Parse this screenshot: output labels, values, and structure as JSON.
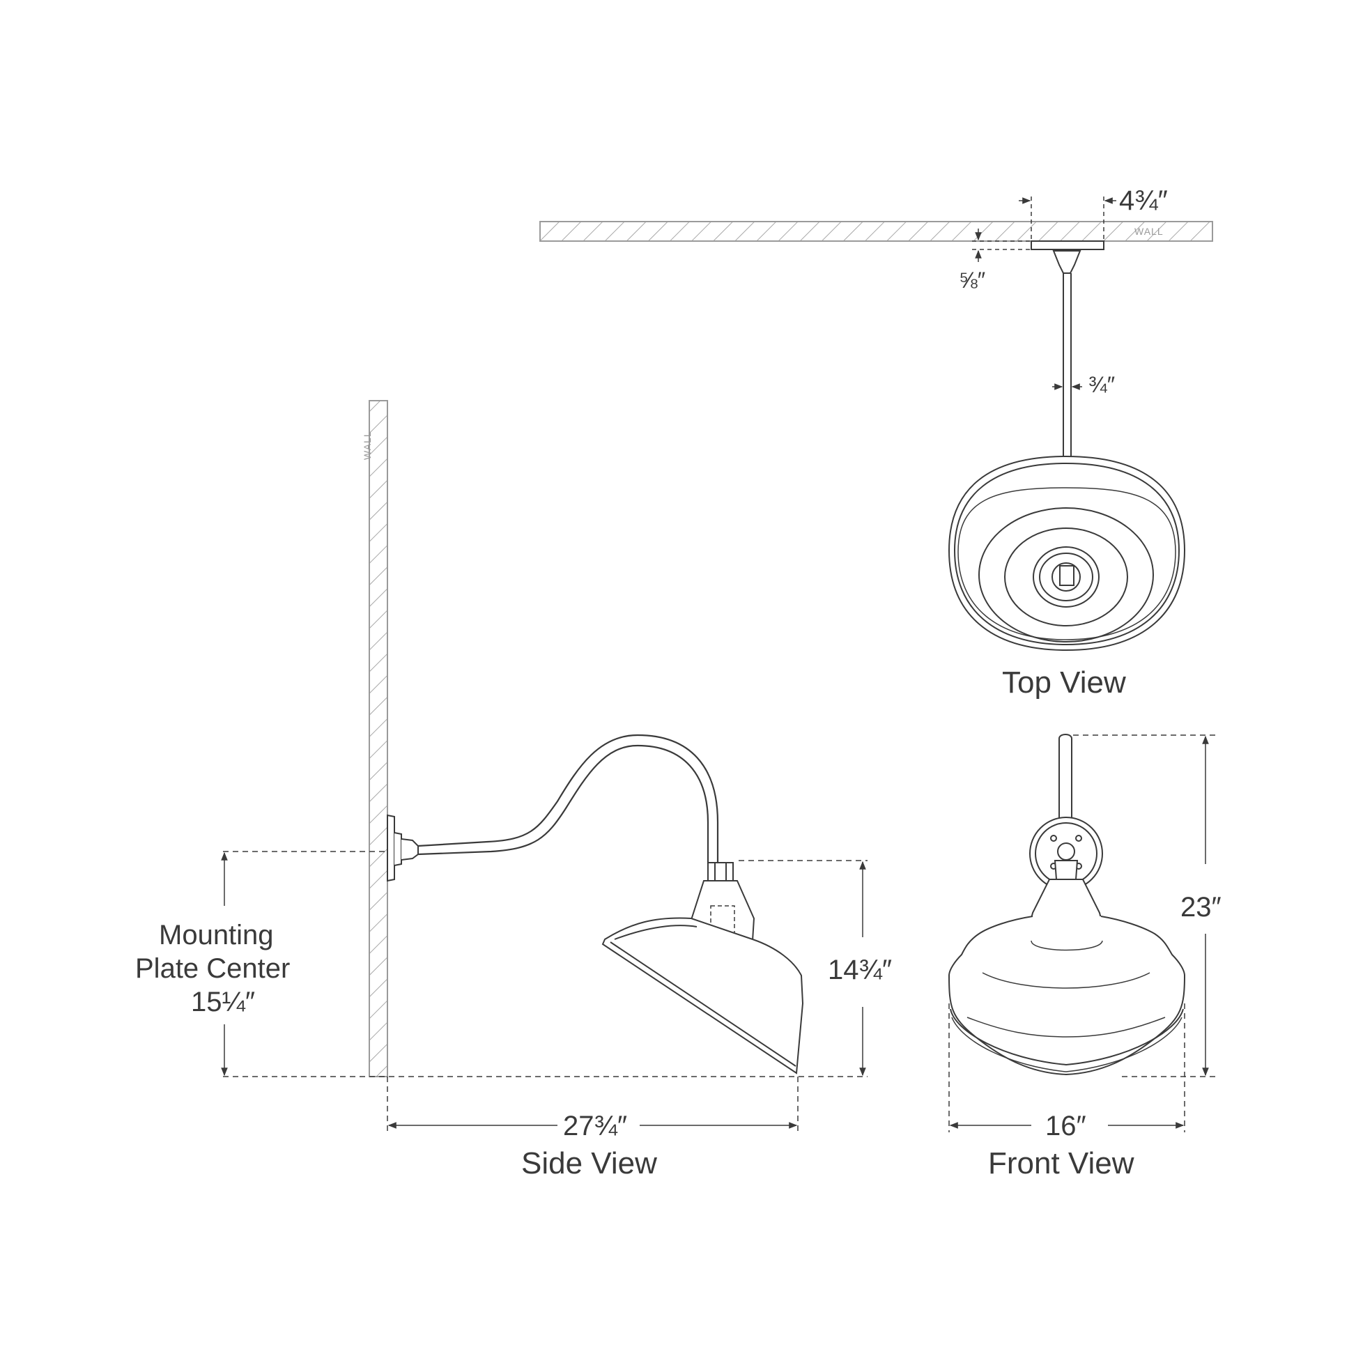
{
  "views": {
    "top": "Top View",
    "side": "Side View",
    "front": "Front View"
  },
  "dimensions": {
    "backplate_width": "4¾″",
    "backplate_depth": "⅝″",
    "arm_diameter": "¾″",
    "overall_extension": "27¾″",
    "shade_height": "14¾″",
    "mounting_label_line1": "Mounting",
    "mounting_label_line2": "Plate Center",
    "mounting_value": "15¼″",
    "overall_width": "16″",
    "overall_height": "23″"
  },
  "wall_labels": {
    "top": "WALL",
    "side": "WALL"
  },
  "colors": {
    "line": "#3a3a3a",
    "hatch": "#a0a0a0",
    "dim_line": "#5a5a5a"
  }
}
